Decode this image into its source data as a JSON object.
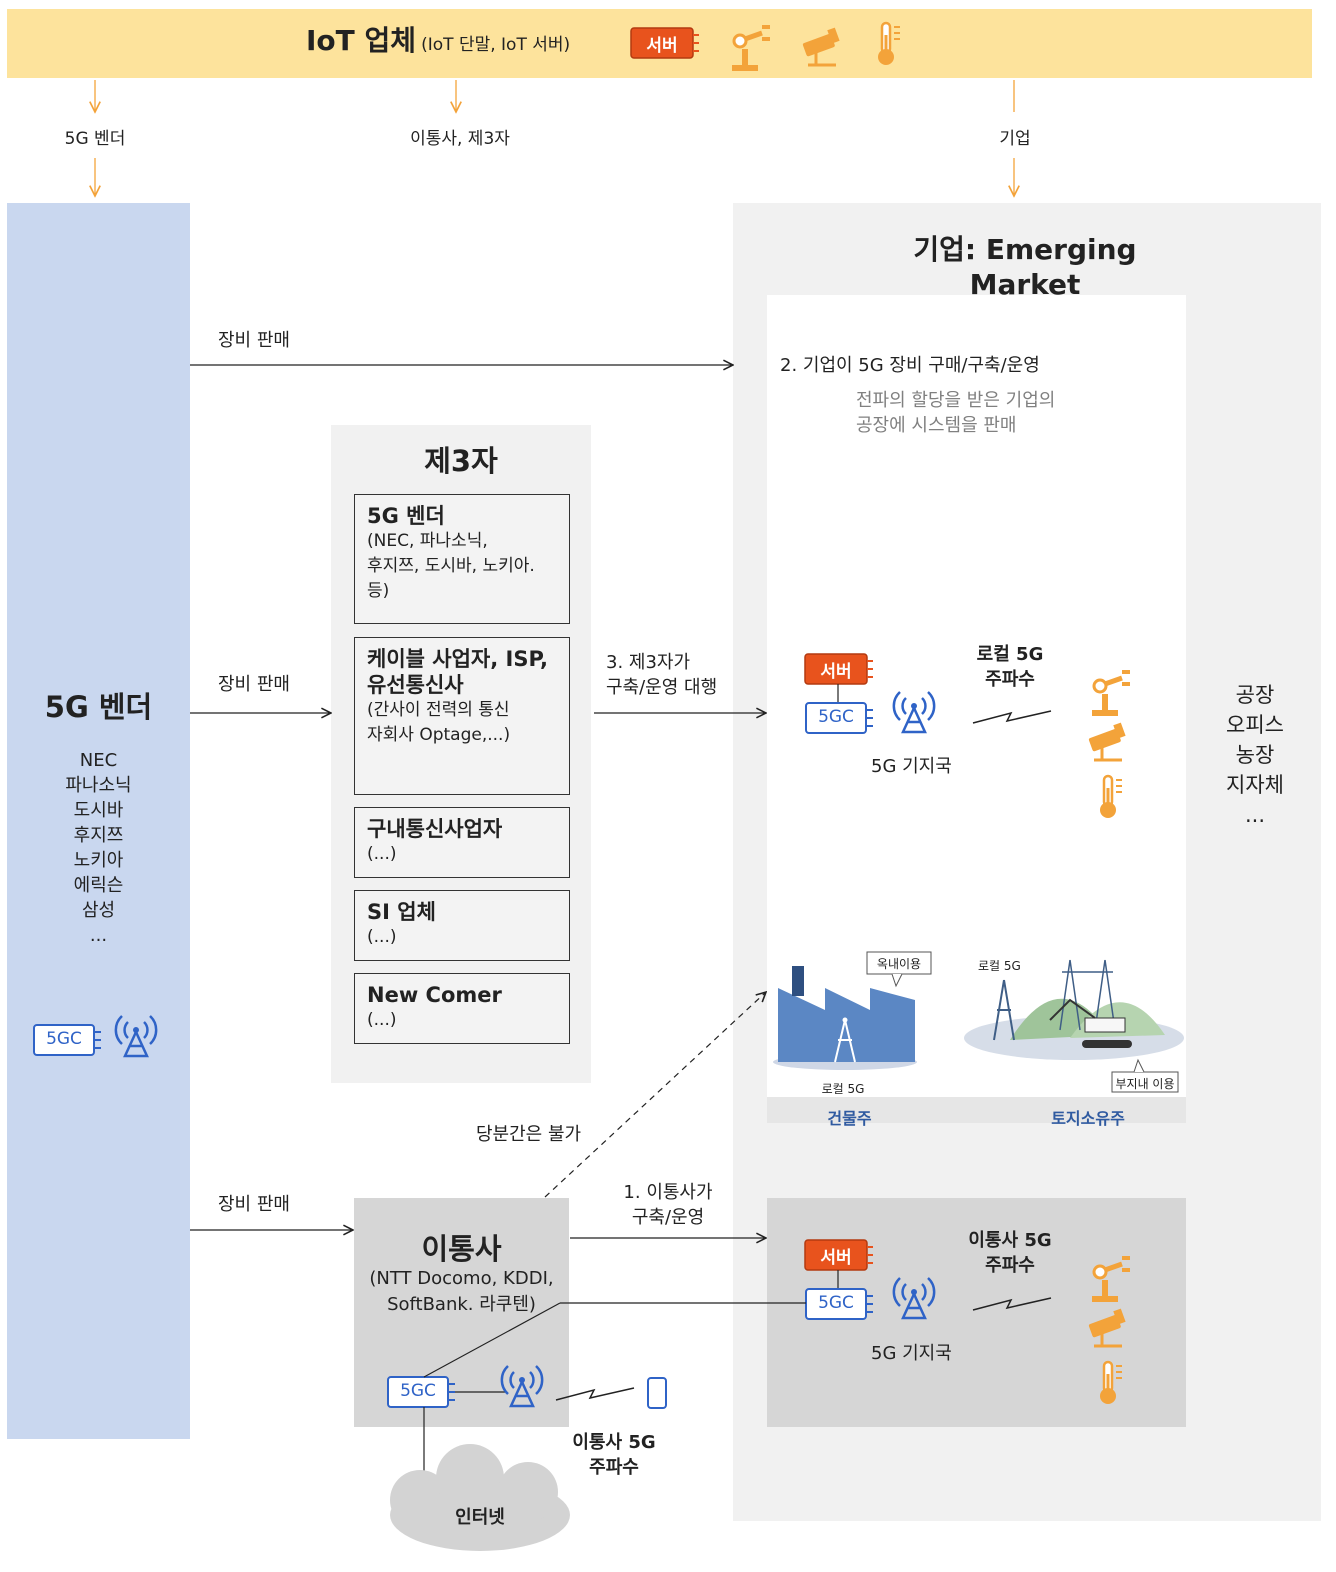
{
  "iot_banner": {
    "title": "IoT 업체",
    "subtitle": "(IoT 단말, IoT 서버)",
    "server_label": "서버",
    "icons": [
      "robot-arm-icon",
      "cctv-camera-icon",
      "thermometer-icon"
    ]
  },
  "top_arrows": {
    "left_label": "5G 벤더",
    "mid_label": "이통사, 제3자",
    "right_label": "기업"
  },
  "vendor_panel": {
    "title": "5G 벤더",
    "companies": "NEC\n파나소닉\n도시바\n후지쯔\n노키아\n에릭슨\n삼성\n...",
    "core_label": "5GC"
  },
  "flows": {
    "sale1": "장비 판매",
    "sale2": "장비 판매",
    "sale3": "장비 판매",
    "third_party_build": "3. 제3자가\n구축/운영 대행",
    "carrier_build": "1. 이통사가\n구축/운영",
    "not_yet": "당분간은 불가"
  },
  "third_party": {
    "title": "제3자",
    "items": [
      {
        "title": "5G 벤더",
        "body": "(NEC, 파나소닉,\n후지쯔, 도시바, 노키아.\n등)"
      },
      {
        "title": "케이블 사업자, ISP,\n유선통신사",
        "body": "(간사이 전력의 통신\n자회사 Optage,...)"
      },
      {
        "title": "구내통신사업자",
        "body": "(...)"
      },
      {
        "title": "SI 업체",
        "body": "(...)"
      },
      {
        "title": "New Comer",
        "body": "(...)"
      }
    ]
  },
  "carrier": {
    "title": "이통사",
    "members": "(NTT Docomo, KDDI,\nSoftBank. 라쿠텐)",
    "core_label": "5GC",
    "freq_label": "이통사 5G\n주파수",
    "internet_label": "인터넷"
  },
  "enterprise": {
    "title": "기업: Emerging Market",
    "option2_title": "2. 기업이 5G 장비 구매/구축/운영",
    "option2_desc": "전파의 할당을 받은 기업의\n공장에 시스템을 판매",
    "local_server": "서버",
    "local_core": "5GC",
    "local_bs": "5G 기지국",
    "local_freq": "로컬 5G\n주파수",
    "targets": "공장\n오피스\n농장\n지자체\n...",
    "building_caption": "건물주",
    "land_caption": "토지소유주",
    "indoor_tag": "옥내이용",
    "local5g_tag1": "로컬 5G",
    "local5g_tag2": "로컬 5G",
    "premises_tag": "부지내 이용",
    "carrier_server": "서버",
    "carrier_core": "5GC",
    "carrier_bs": "5G 기지국",
    "carrier_freq": "이통사 5G\n주파수"
  },
  "colors": {
    "banner": "#fde39c",
    "vendor_panel": "#c9d7ef",
    "enterprise_bg": "#f1f1f1",
    "box_gray": "#d6d6d6",
    "accent_orange": "#f3a33a",
    "server_red": "#e8531d",
    "blue": "#2f63c7",
    "caption_blue": "#2f5aa0"
  }
}
